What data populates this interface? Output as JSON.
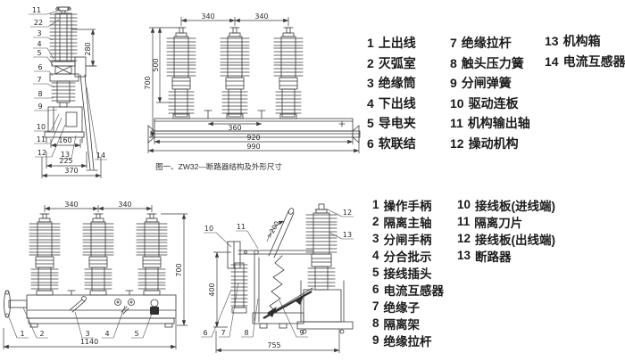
{
  "colors": {
    "line": "#3a3a3a",
    "text": "#1b1b1b",
    "background": "#ffffff"
  },
  "fig1": {
    "caption": "图一、ZW32—断路器结构及外形尺寸",
    "legend": {
      "col1": [
        {
          "n": "1",
          "t": "上出线"
        },
        {
          "n": "2",
          "t": "灭弧室"
        },
        {
          "n": "3",
          "t": "绝缘筒"
        },
        {
          "n": "4",
          "t": "下出线"
        },
        {
          "n": "5",
          "t": "导电夹"
        },
        {
          "n": "6",
          "t": "软联结"
        }
      ],
      "col2": [
        {
          "n": "7",
          "t": "绝缘拉杆"
        },
        {
          "n": "8",
          "t": "触头压力簧"
        },
        {
          "n": "9",
          "t": "分闸弹簧"
        },
        {
          "n": "10",
          "t": "驱动连板"
        },
        {
          "n": "11",
          "t": "机构输出轴"
        },
        {
          "n": "12",
          "t": "操动机构"
        }
      ],
      "col3": [
        {
          "n": "13",
          "t": "机构箱"
        },
        {
          "n": "14",
          "t": "电流互感器"
        }
      ]
    },
    "side_view": {
      "callouts": [
        "11",
        "22",
        "3",
        "4",
        "5",
        "6",
        "7",
        "8",
        "9",
        "10",
        "11",
        "12",
        "13",
        "14"
      ],
      "dims": {
        "height": "280",
        "base_inner": "160",
        "base_mid": "225",
        "base_outer": "370"
      }
    },
    "front_view": {
      "dims": {
        "pitch_left": "340",
        "pitch_right": "340",
        "total_height": "700",
        "upper_height": "500",
        "frame_inner": "360",
        "frame_width": "920",
        "total_width": "990"
      }
    }
  },
  "fig2": {
    "legend": {
      "col1": [
        {
          "n": "1",
          "t": "操作手柄"
        },
        {
          "n": "2",
          "t": "隔离主轴"
        },
        {
          "n": "3",
          "t": "分闸手柄"
        },
        {
          "n": "4",
          "t": "分合批示"
        },
        {
          "n": "5",
          "t": "接线插头"
        },
        {
          "n": "6",
          "t": "电流互感器"
        },
        {
          "n": "7",
          "t": "绝缘子"
        },
        {
          "n": "8",
          "t": "隔离架"
        },
        {
          "n": "9",
          "t": "绝缘拉杆"
        }
      ],
      "col2": [
        {
          "n": "10",
          "t": "接线板(进线端)"
        },
        {
          "n": "11",
          "t": "隔离刀片"
        },
        {
          "n": "12",
          "t": "接线板(出线端)"
        },
        {
          "n": "13",
          "t": "断路器"
        }
      ]
    },
    "front_view": {
      "callouts": [
        "1",
        "2",
        "3",
        "4",
        "5"
      ],
      "dims": {
        "pitch_left": "340",
        "pitch_right": "340",
        "total_height": "700",
        "total_width": "1140"
      }
    },
    "side_view": {
      "callouts": [
        "10",
        "11",
        "12",
        "13",
        "6",
        "7",
        "8",
        "9"
      ],
      "annotation": ">200",
      "dims": {
        "height": "400",
        "depth": "755"
      }
    }
  }
}
